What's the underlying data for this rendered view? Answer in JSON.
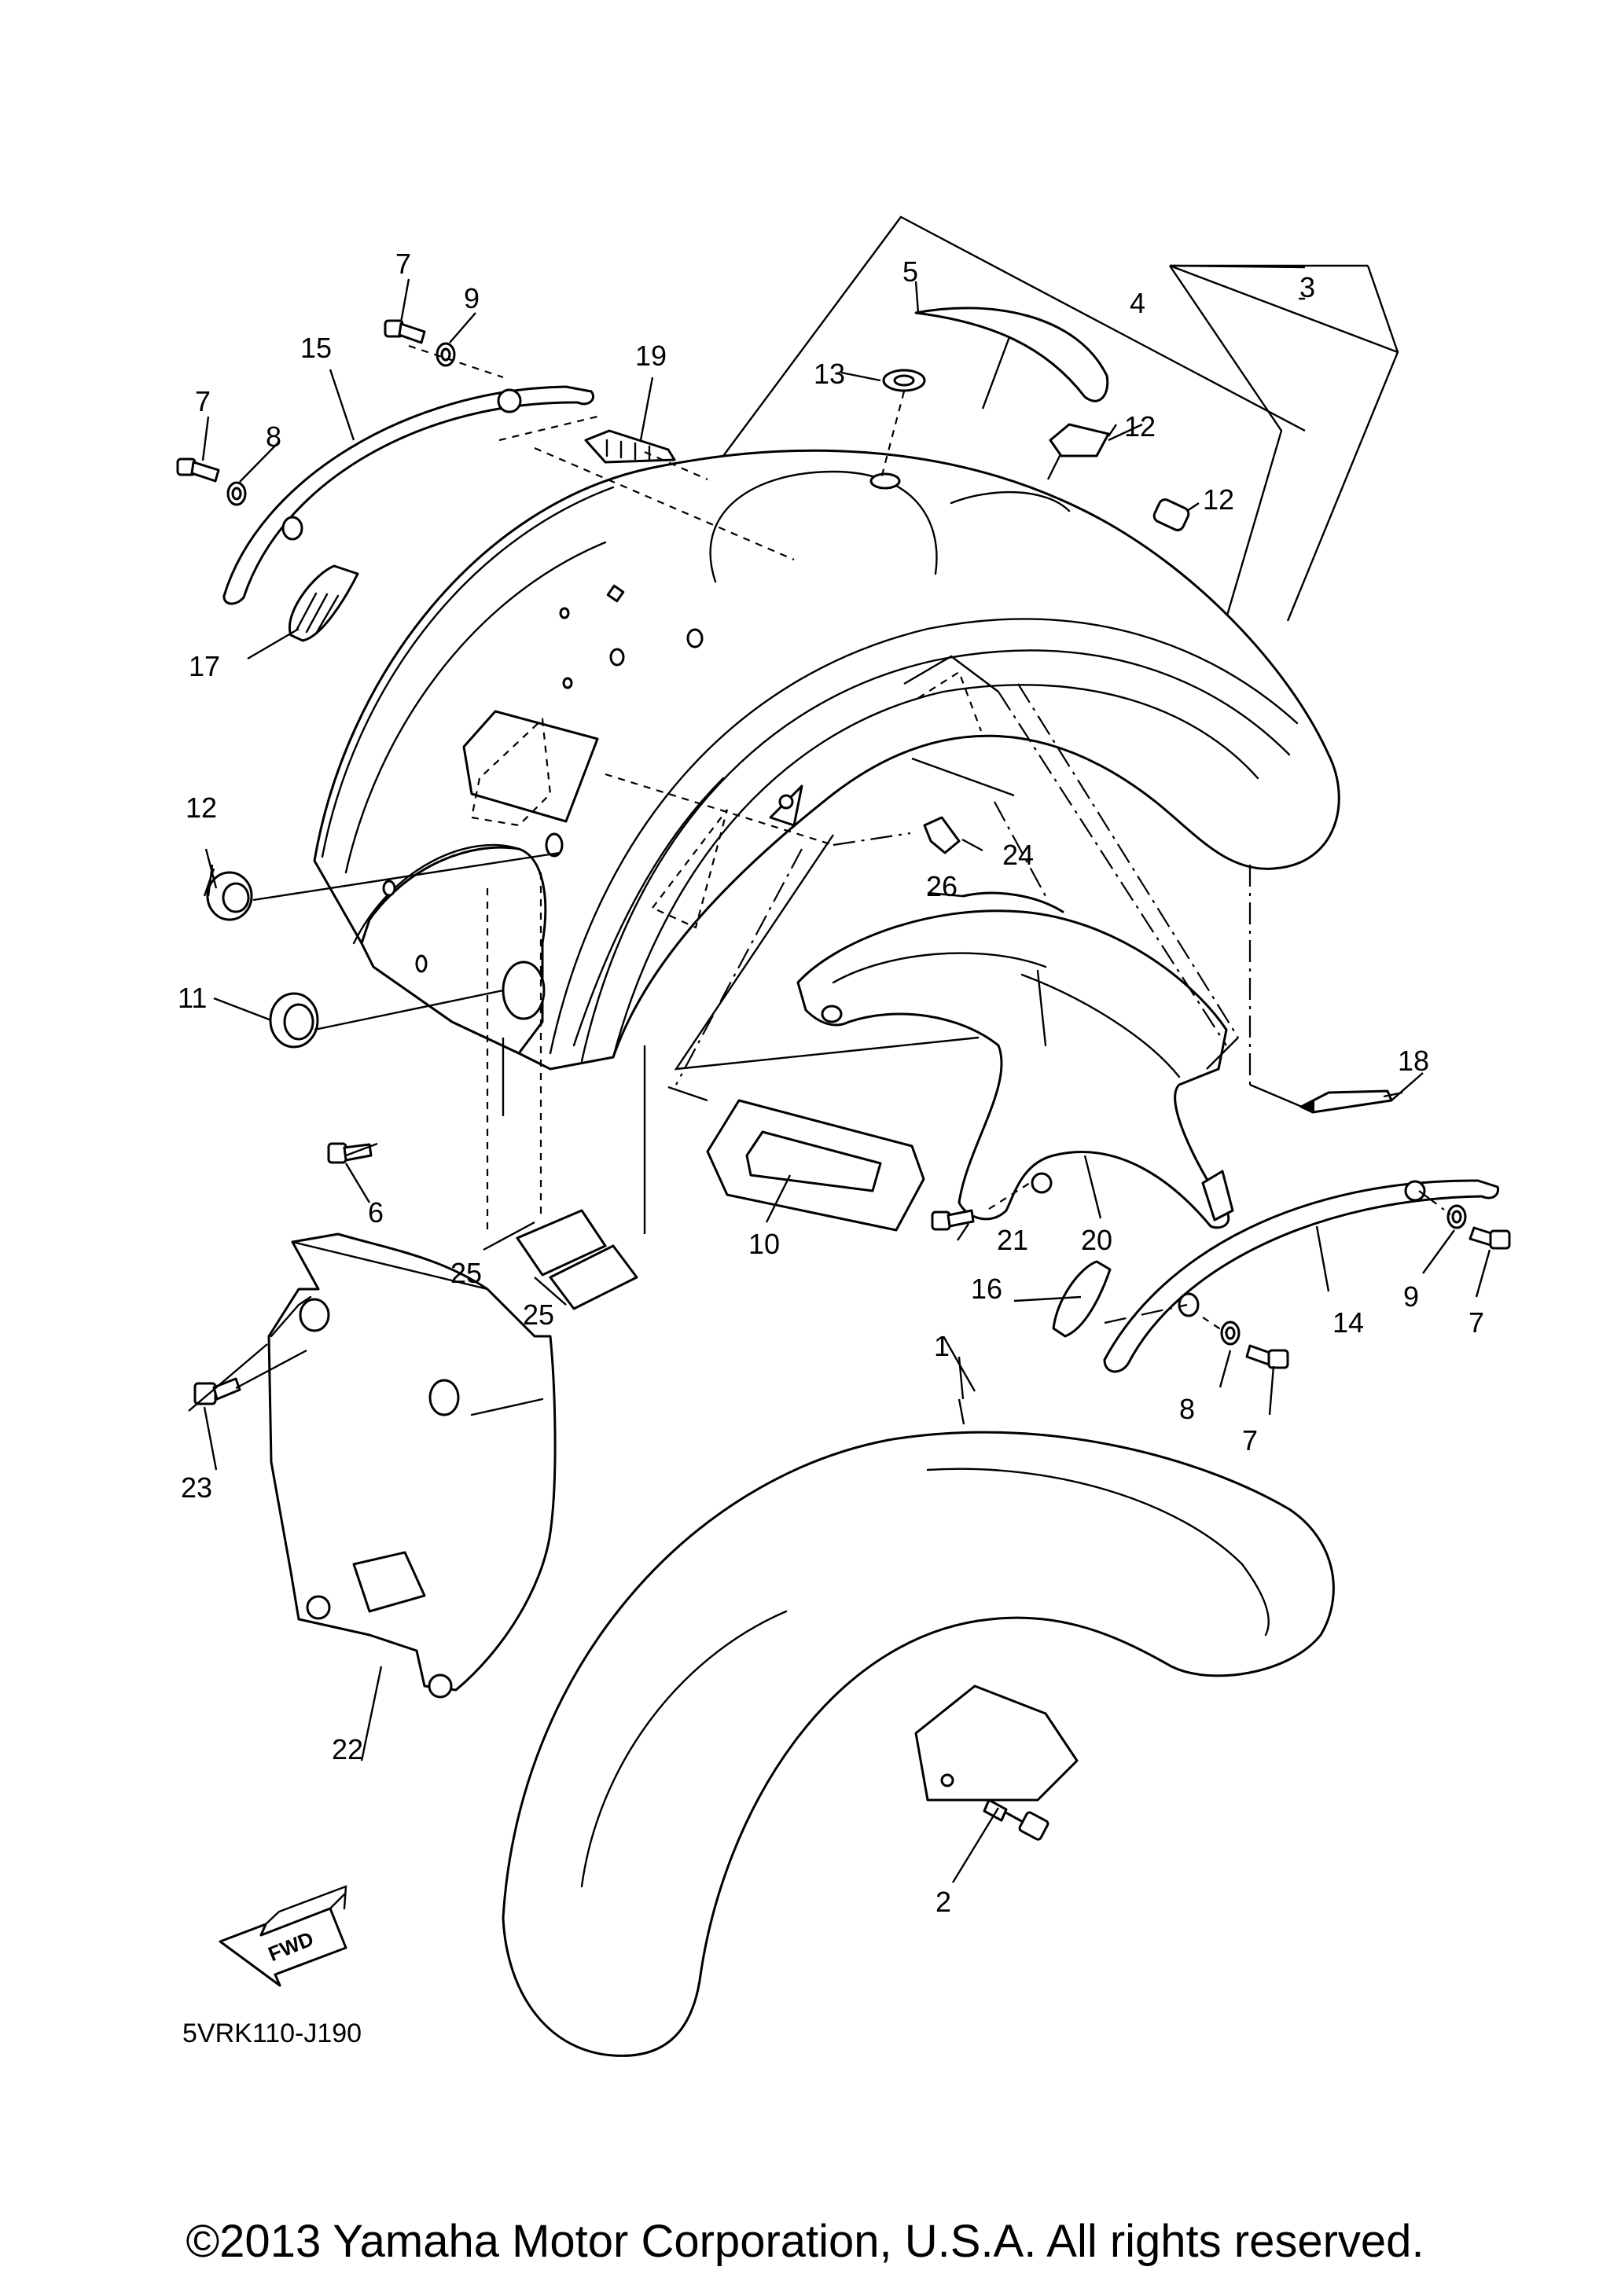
{
  "diagram": {
    "callouts": [
      "1",
      "2",
      "3",
      "4",
      "5",
      "6",
      "7",
      "8",
      "9",
      "10",
      "11",
      "12",
      "13",
      "14",
      "15",
      "16",
      "17",
      "18",
      "19",
      "20",
      "21",
      "22",
      "23",
      "24",
      "25",
      "26"
    ],
    "fwd_label": "FWD",
    "diagram_code": "5VRK110-J190"
  },
  "footer": {
    "copyright": "©2013 Yamaha Motor Corporation, U.S.A. All rights reserved."
  }
}
